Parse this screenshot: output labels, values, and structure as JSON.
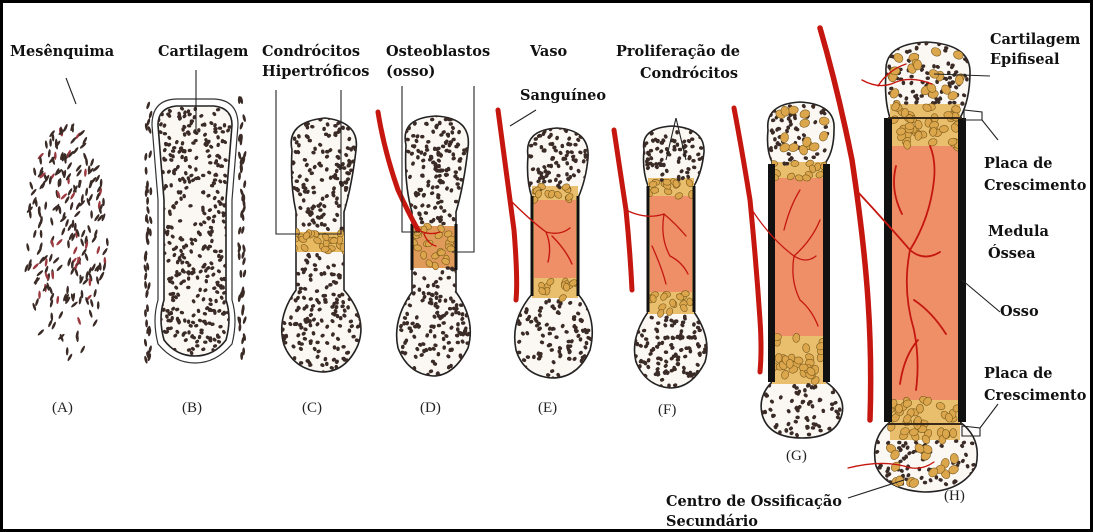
{
  "labels": {
    "mesenquima": "Mesênquima",
    "cartilagem": "Cartilagem",
    "condrocitos_1": "Condrócitos",
    "condrocitos_2": "Hipertróficos",
    "osteoblastos_1": "Osteoblastos",
    "osteoblastos_2": "(osso)",
    "vaso_1": "Vaso",
    "vaso_2": "Sanguíneo",
    "proliferacao_1": "Proliferação de",
    "proliferacao_2": "Condrócitos",
    "cartilagem_epif_1": "Cartilagem",
    "cartilagem_epif_2": "Epifiseal",
    "placa_sup_1": "Placa de",
    "placa_sup_2": "Crescimento",
    "medula_1": "Medula",
    "medula_2": "Óssea",
    "osso": "Osso",
    "placa_inf_1": "Placa de",
    "placa_inf_2": "Crescimento",
    "centro_1": "Centro de Ossificação",
    "centro_2": "Secundário"
  },
  "stages": [
    "(A)",
    "(B)",
    "(C)",
    "(D)",
    "(E)",
    "(F)",
    "(G)",
    "(H)"
  ],
  "colors": {
    "cell": "#3b2b26",
    "vessel": "#c5170f",
    "marrow": "#ec8a66",
    "hypertrophic": "#dca64d",
    "bone": "#111111",
    "background": "#ffffff"
  }
}
